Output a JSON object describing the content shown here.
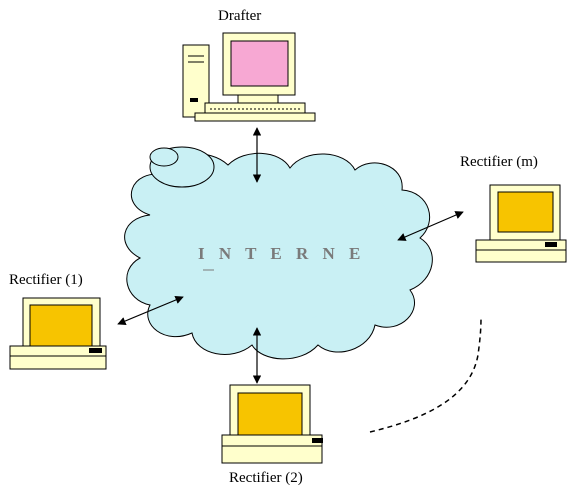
{
  "nodes": {
    "drafter": {
      "label": "Drafter",
      "screen_color": "#f7a8d3",
      "icon": "desktop-computer-tower-icon"
    },
    "rectifier_m": {
      "label": "Rectifier (m)",
      "screen_color": "#f7c400",
      "icon": "desktop-computer-icon"
    },
    "rectifier_1": {
      "label": "Rectifier (1)",
      "screen_color": "#f7c400",
      "icon": "desktop-computer-icon"
    },
    "rectifier_2": {
      "label": "Rectifier (2)",
      "screen_color": "#f7c400",
      "icon": "desktop-computer-icon"
    }
  },
  "network": {
    "label": "I N T E R N E",
    "fill": "#c9f0f4",
    "icon": "cloud-icon"
  },
  "colors": {
    "case": "#ffffcc",
    "outline": "#000000"
  }
}
